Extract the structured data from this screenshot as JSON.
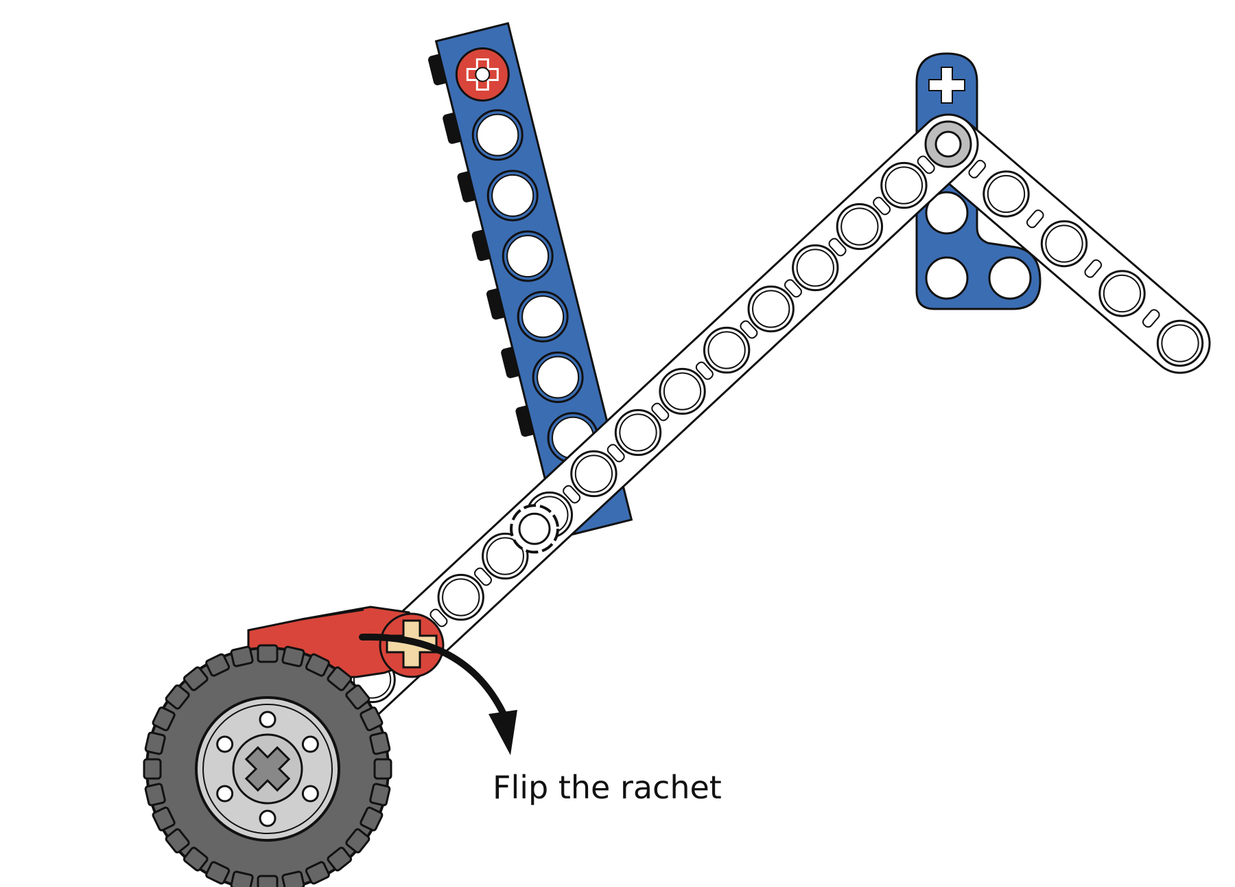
{
  "annotation": {
    "text": "Flip the rachet"
  },
  "colors": {
    "beam_blue": "#3b6db3",
    "beam_white": "#ffffff",
    "connector_red": "#d9453a",
    "axle_tan": "#f2d9a6",
    "tire_gray": "#666666",
    "hub_light_gray": "#cfcfcf",
    "stud_black": "#111111",
    "outline": "#111111"
  },
  "icons": {
    "arrow": "curved-arrow-icon",
    "pin_red": "red-pin-icon",
    "pin_black": "black-pin-icon",
    "pin_gray": "gray-pin-icon",
    "axle": "cross-axle-icon"
  },
  "parts": {
    "long_white_beam_holes": 15,
    "short_white_beam_holes": 5,
    "blue_beam_holes": 7,
    "blue_l_beam_holes": 4
  }
}
